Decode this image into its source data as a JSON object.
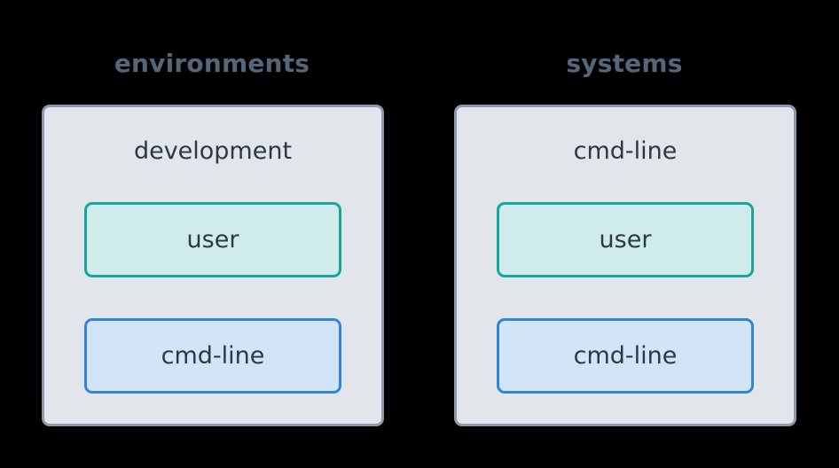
{
  "diagram": {
    "type": "nested-box-diagram",
    "background_color": "#000000",
    "colors": {
      "group_title": "#55657a",
      "outer_box_fill": "#e2e6ea",
      "outer_box_border": "#8b9bad",
      "green_box_fill": "#cfeceb",
      "green_box_border": "#17a79a",
      "blue_box_fill": "#d4e4f7",
      "blue_box_border": "#3085d6",
      "label_text": "#2b3946"
    },
    "groups": [
      {
        "title": "environments",
        "outer": {
          "label": "development",
          "children": [
            {
              "label": "user",
              "style": "green"
            },
            {
              "label": "cmd-line",
              "style": "blue"
            }
          ]
        }
      },
      {
        "title": "systems",
        "outer": {
          "label": "cmd-line",
          "children": [
            {
              "label": "user",
              "style": "green"
            },
            {
              "label": "cmd-line",
              "style": "blue"
            }
          ]
        }
      }
    ]
  }
}
